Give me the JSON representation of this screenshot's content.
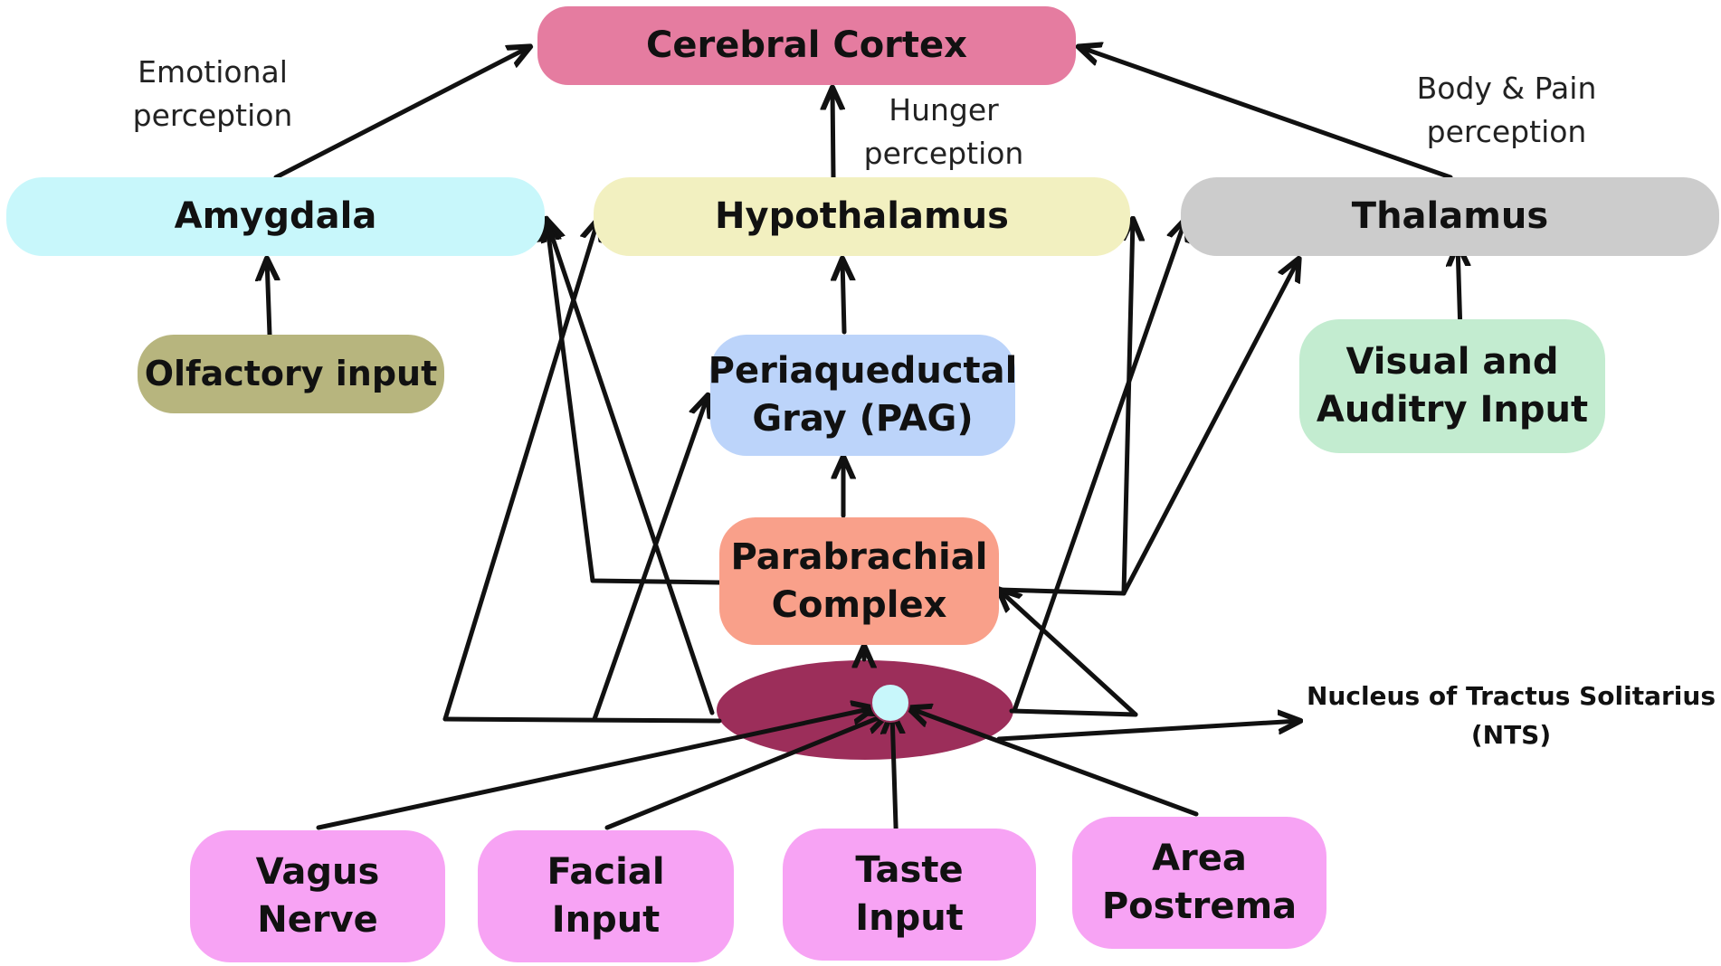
{
  "colors": {
    "cortex": "#e57ca0",
    "amygdala": "#c8f7fb",
    "hypothalamus": "#f2f0c0",
    "thalamus": "#cccccc",
    "olfactory": "#b7b57e",
    "pag": "#bcd4fa",
    "visual_auditory": "#c3ecd0",
    "parabrachial": "#f9a08a",
    "nts_body": "#9c2e5a",
    "nts_dot": "#c8f7fb",
    "inputs": "#f7a3f4",
    "arrow": "#111111"
  },
  "nodes": {
    "cortex": {
      "label": "Cerebral Cortex"
    },
    "amygdala": {
      "label": "Amygdala"
    },
    "hypothalamus": {
      "label": "Hypothalamus"
    },
    "thalamus": {
      "label": "Thalamus"
    },
    "olfactory": {
      "label": "Olfactory input"
    },
    "pag": {
      "line1": "Periaqueductal",
      "line2": "Gray (PAG)"
    },
    "visual_auditory": {
      "line1": "Visual and",
      "line2": "Auditry Input"
    },
    "parabrachial": {
      "line1": "Parabrachial",
      "line2": "Complex"
    },
    "vagus": {
      "line1": "Vagus",
      "line2": "Nerve"
    },
    "facial": {
      "line1": "Facial",
      "line2": "Input"
    },
    "taste": {
      "line1": "Taste",
      "line2": "Input"
    },
    "area_postrema": {
      "line1": "Area",
      "line2": "Postrema"
    }
  },
  "annotations": {
    "emotional": {
      "line1": "Emotional",
      "line2": "perception"
    },
    "hunger": {
      "line1": "Hunger",
      "line2": "perception"
    },
    "body_pain": {
      "line1": "Body & Pain",
      "line2": "perception"
    }
  },
  "nts": {
    "line1": "Nucleus of Tractus Solitarius",
    "line2": "(NTS)"
  }
}
